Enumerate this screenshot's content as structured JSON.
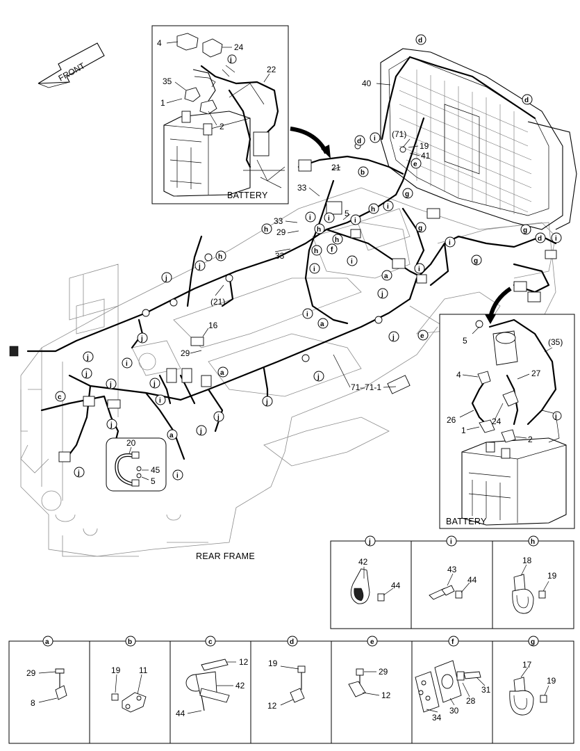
{
  "captions": {
    "front": "FRONT",
    "battery_top": "BATTERY",
    "battery_right": "BATTERY",
    "rear_frame": "REAR FRAME"
  },
  "callouts": {
    "c4": "4",
    "c24": "24",
    "c22": "22",
    "c35": "35",
    "c1": "1",
    "c2": "2",
    "c40": "40",
    "c71p": "(71)",
    "c19": "19",
    "c41": "41",
    "c21": "21",
    "c33a": "33",
    "c33b": "33",
    "c33c": "33",
    "c5a": "5",
    "c29a": "29",
    "c21p": "(21)",
    "c16": "16",
    "c29b": "29",
    "c7171": "71–71-1",
    "c20": "20",
    "c45": "45",
    "c5b": "5",
    "r5": "5",
    "r35p": "(35)",
    "r4": "4",
    "r27": "27",
    "r26": "26",
    "r24": "24",
    "r1": "1",
    "r2": "2"
  },
  "circle_markers": {
    "d": "d",
    "i": "i",
    "b": "b",
    "e": "e",
    "g": "g",
    "h": "h",
    "f": "f",
    "a": "a",
    "j": "j",
    "c": "c"
  },
  "details_mid": [
    {
      "id": "j",
      "labels": [
        "42",
        "44"
      ]
    },
    {
      "id": "i",
      "labels": [
        "43",
        "44"
      ]
    },
    {
      "id": "h",
      "labels": [
        "18",
        "19"
      ]
    }
  ],
  "details_bottom": [
    {
      "id": "a",
      "labels": [
        "29",
        "8"
      ]
    },
    {
      "id": "b",
      "labels": [
        "19",
        "11"
      ]
    },
    {
      "id": "c",
      "labels": [
        "12",
        "42",
        "44"
      ]
    },
    {
      "id": "d",
      "labels": [
        "19",
        "12"
      ]
    },
    {
      "id": "e",
      "labels": [
        "29",
        "12"
      ]
    },
    {
      "id": "f",
      "labels": [
        "31",
        "28",
        "30",
        "34"
      ]
    },
    {
      "id": "g",
      "labels": [
        "17",
        "19"
      ]
    }
  ]
}
